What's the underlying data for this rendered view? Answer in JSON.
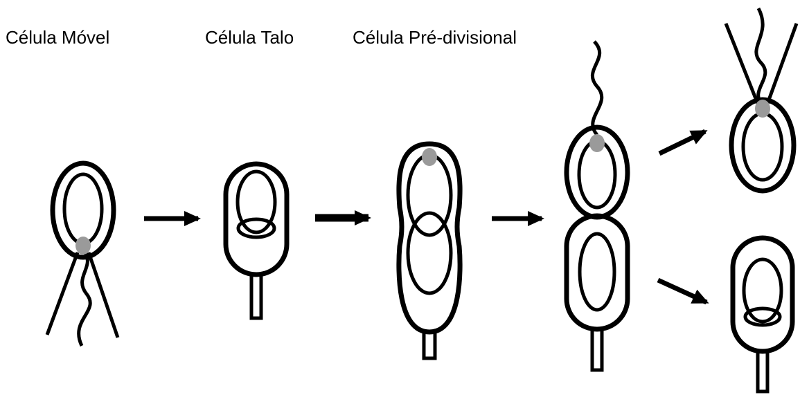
{
  "labels": {
    "motile_cell": "Célula Móvel",
    "stalked_cell": "Célula Talo",
    "predivisional_cell": "Célula Pré-divisional"
  },
  "colors": {
    "outline": "#000000",
    "polar_marker": "#9a9a9a",
    "background": "#ffffff"
  }
}
